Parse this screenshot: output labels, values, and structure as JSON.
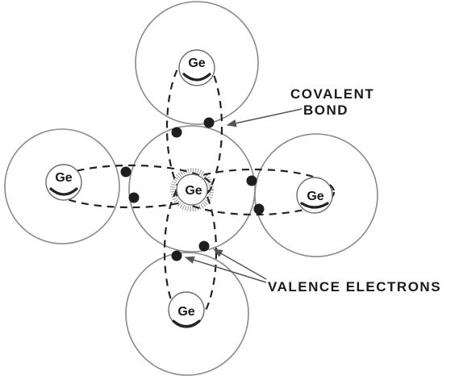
{
  "atoms": {
    "top": "Ge",
    "left": "Ge",
    "center": "Ge",
    "right": "Ge",
    "bottom": "Ge"
  },
  "labels": {
    "covalent_bond_line1": "COVALENT",
    "covalent_bond_line2": "BOND",
    "valence_electrons": "VALENCE ELECTRONS"
  }
}
